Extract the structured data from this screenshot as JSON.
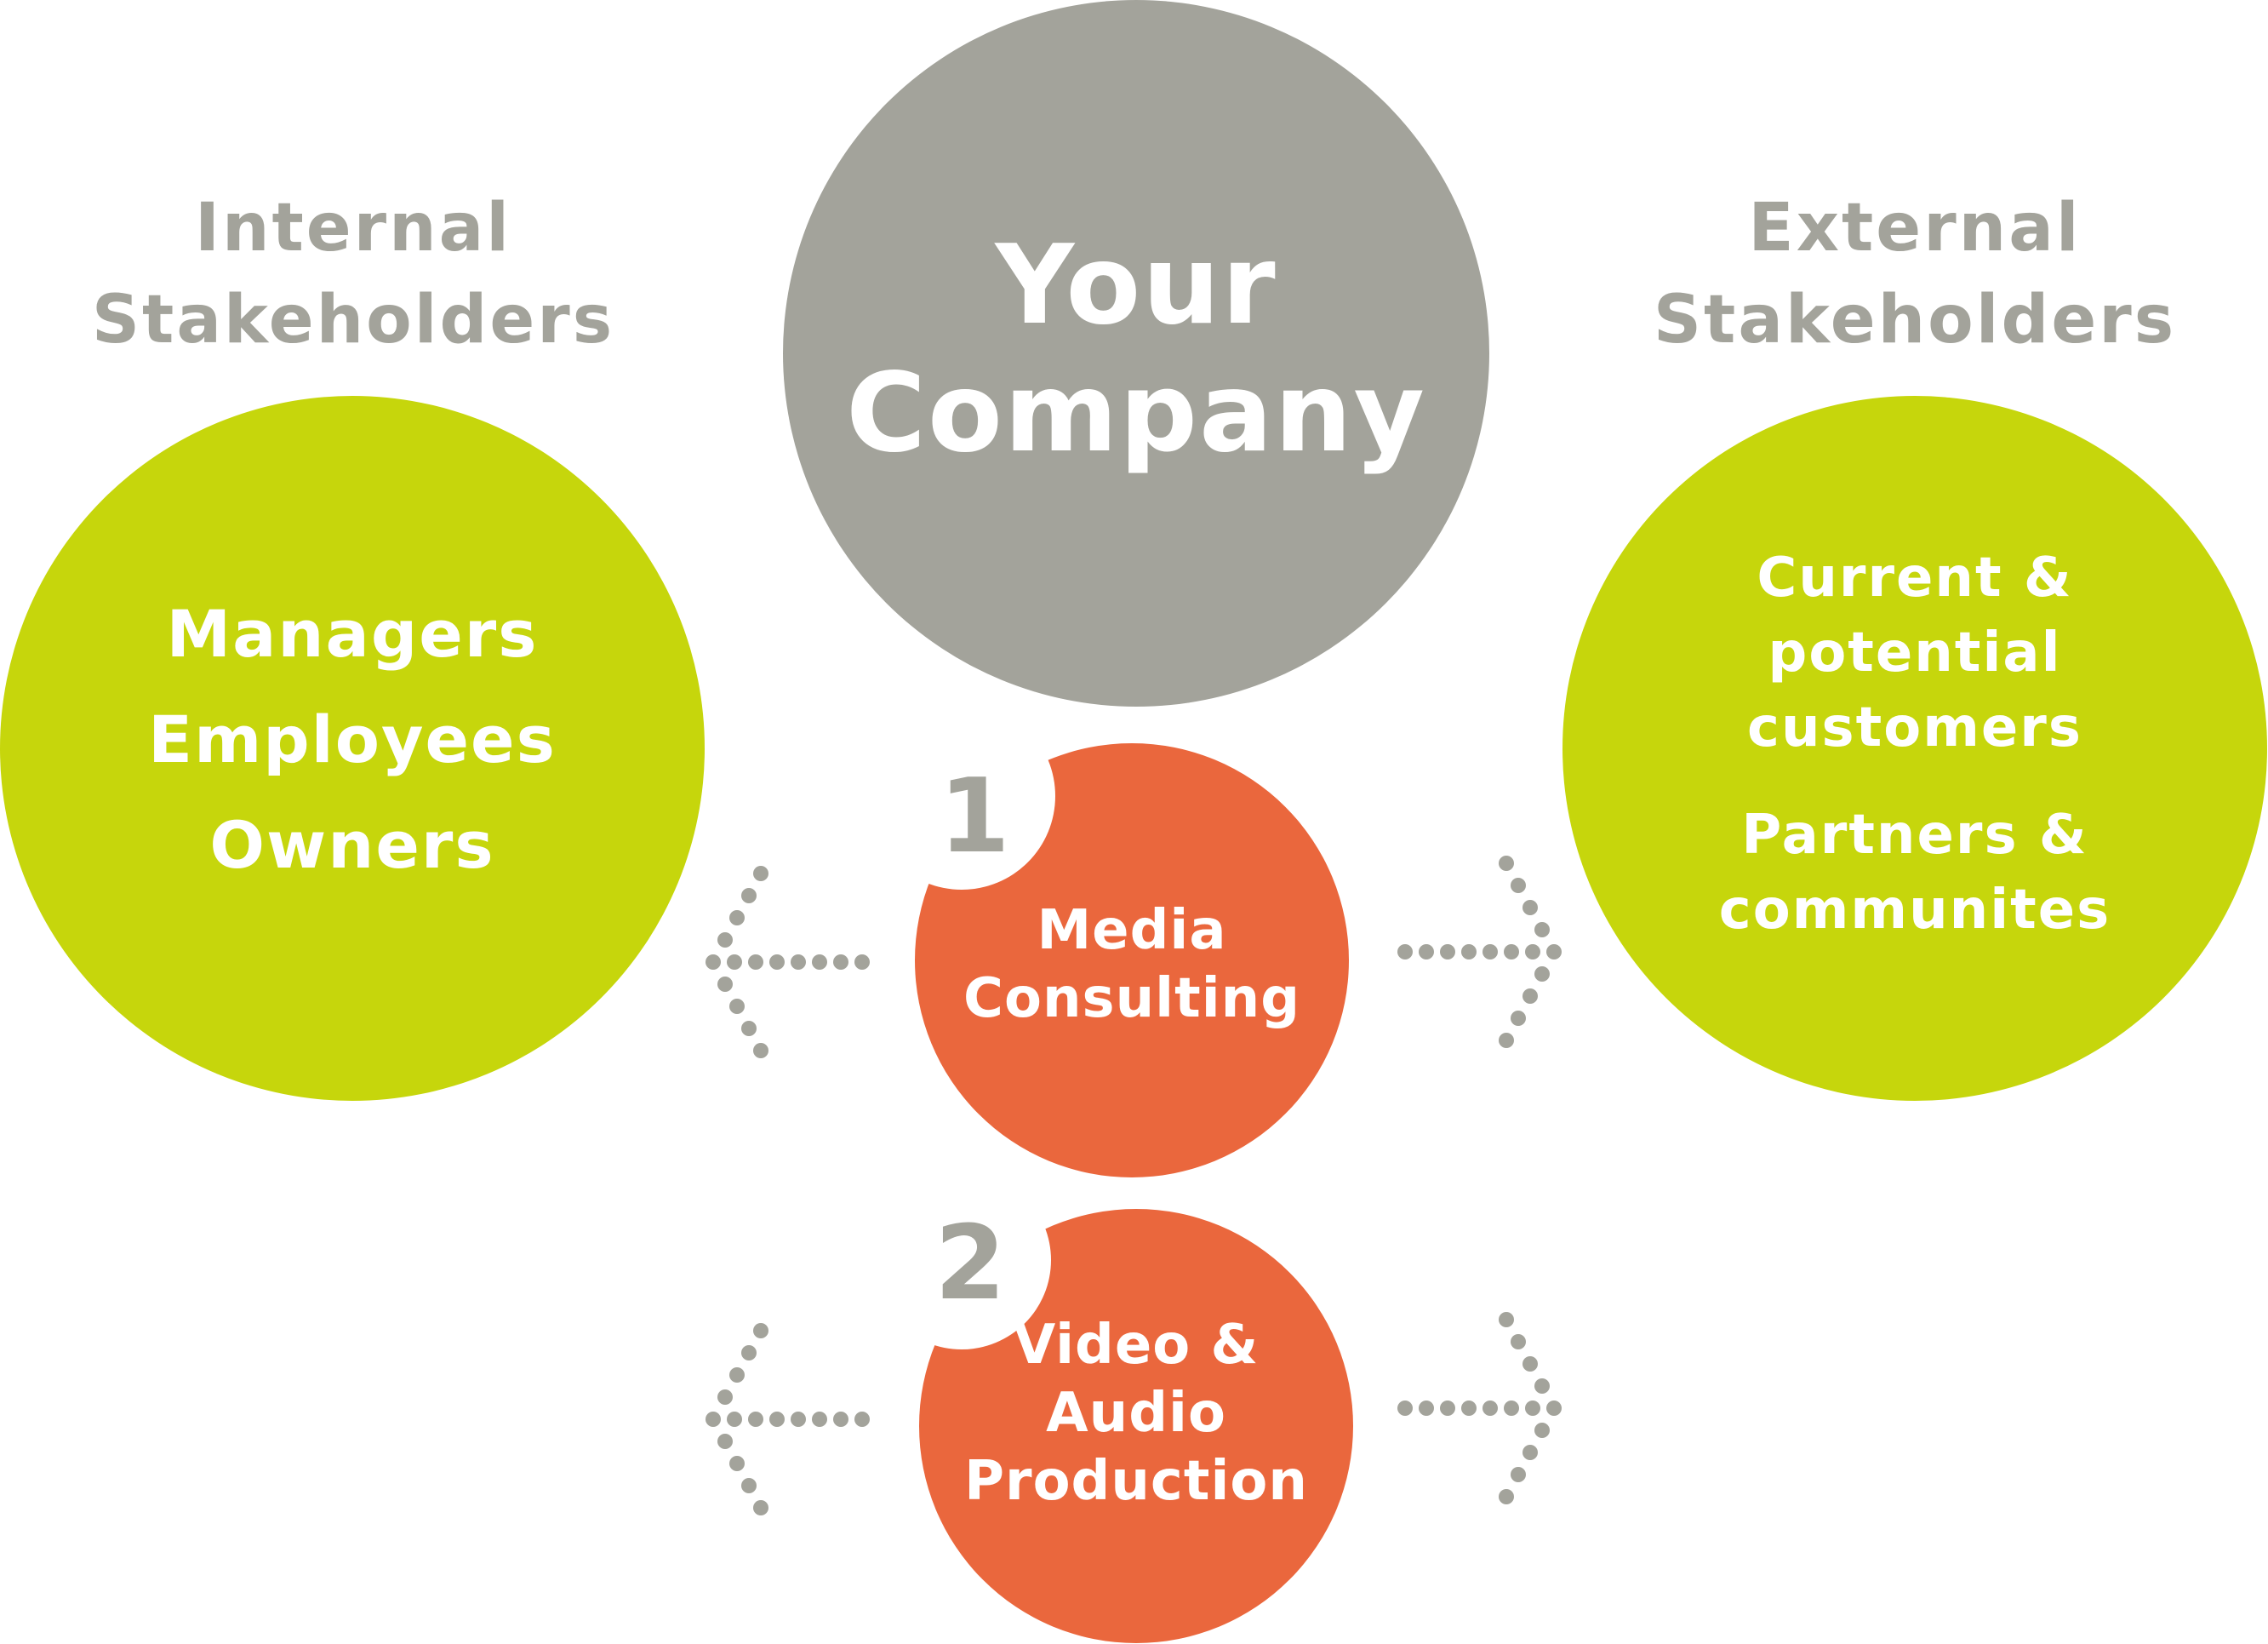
{
  "colors": {
    "gray": "#a3a39b",
    "green": "#c6d60c",
    "orange": "#ea673d",
    "white": "#ffffff"
  },
  "company": {
    "line1": "Your",
    "line2": "Company"
  },
  "internal": {
    "heading_line1": "Internal",
    "heading_line2": "Stakeholders",
    "items": [
      "Managers",
      "Employees",
      "Owners"
    ]
  },
  "external": {
    "heading_line1": "External",
    "heading_line2": "Stakeholders",
    "group1": [
      "Current &",
      "potential",
      "customers"
    ],
    "group2": [
      "Partners &",
      "communites"
    ]
  },
  "services": [
    {
      "number": "1",
      "lines": [
        "Media",
        "Consulting"
      ]
    },
    {
      "number": "2",
      "lines": [
        "Video &",
        "Audio",
        "Production"
      ]
    }
  ],
  "arrows": [
    {
      "direction": "left",
      "style": "dotted"
    },
    {
      "direction": "right",
      "style": "dotted"
    }
  ]
}
